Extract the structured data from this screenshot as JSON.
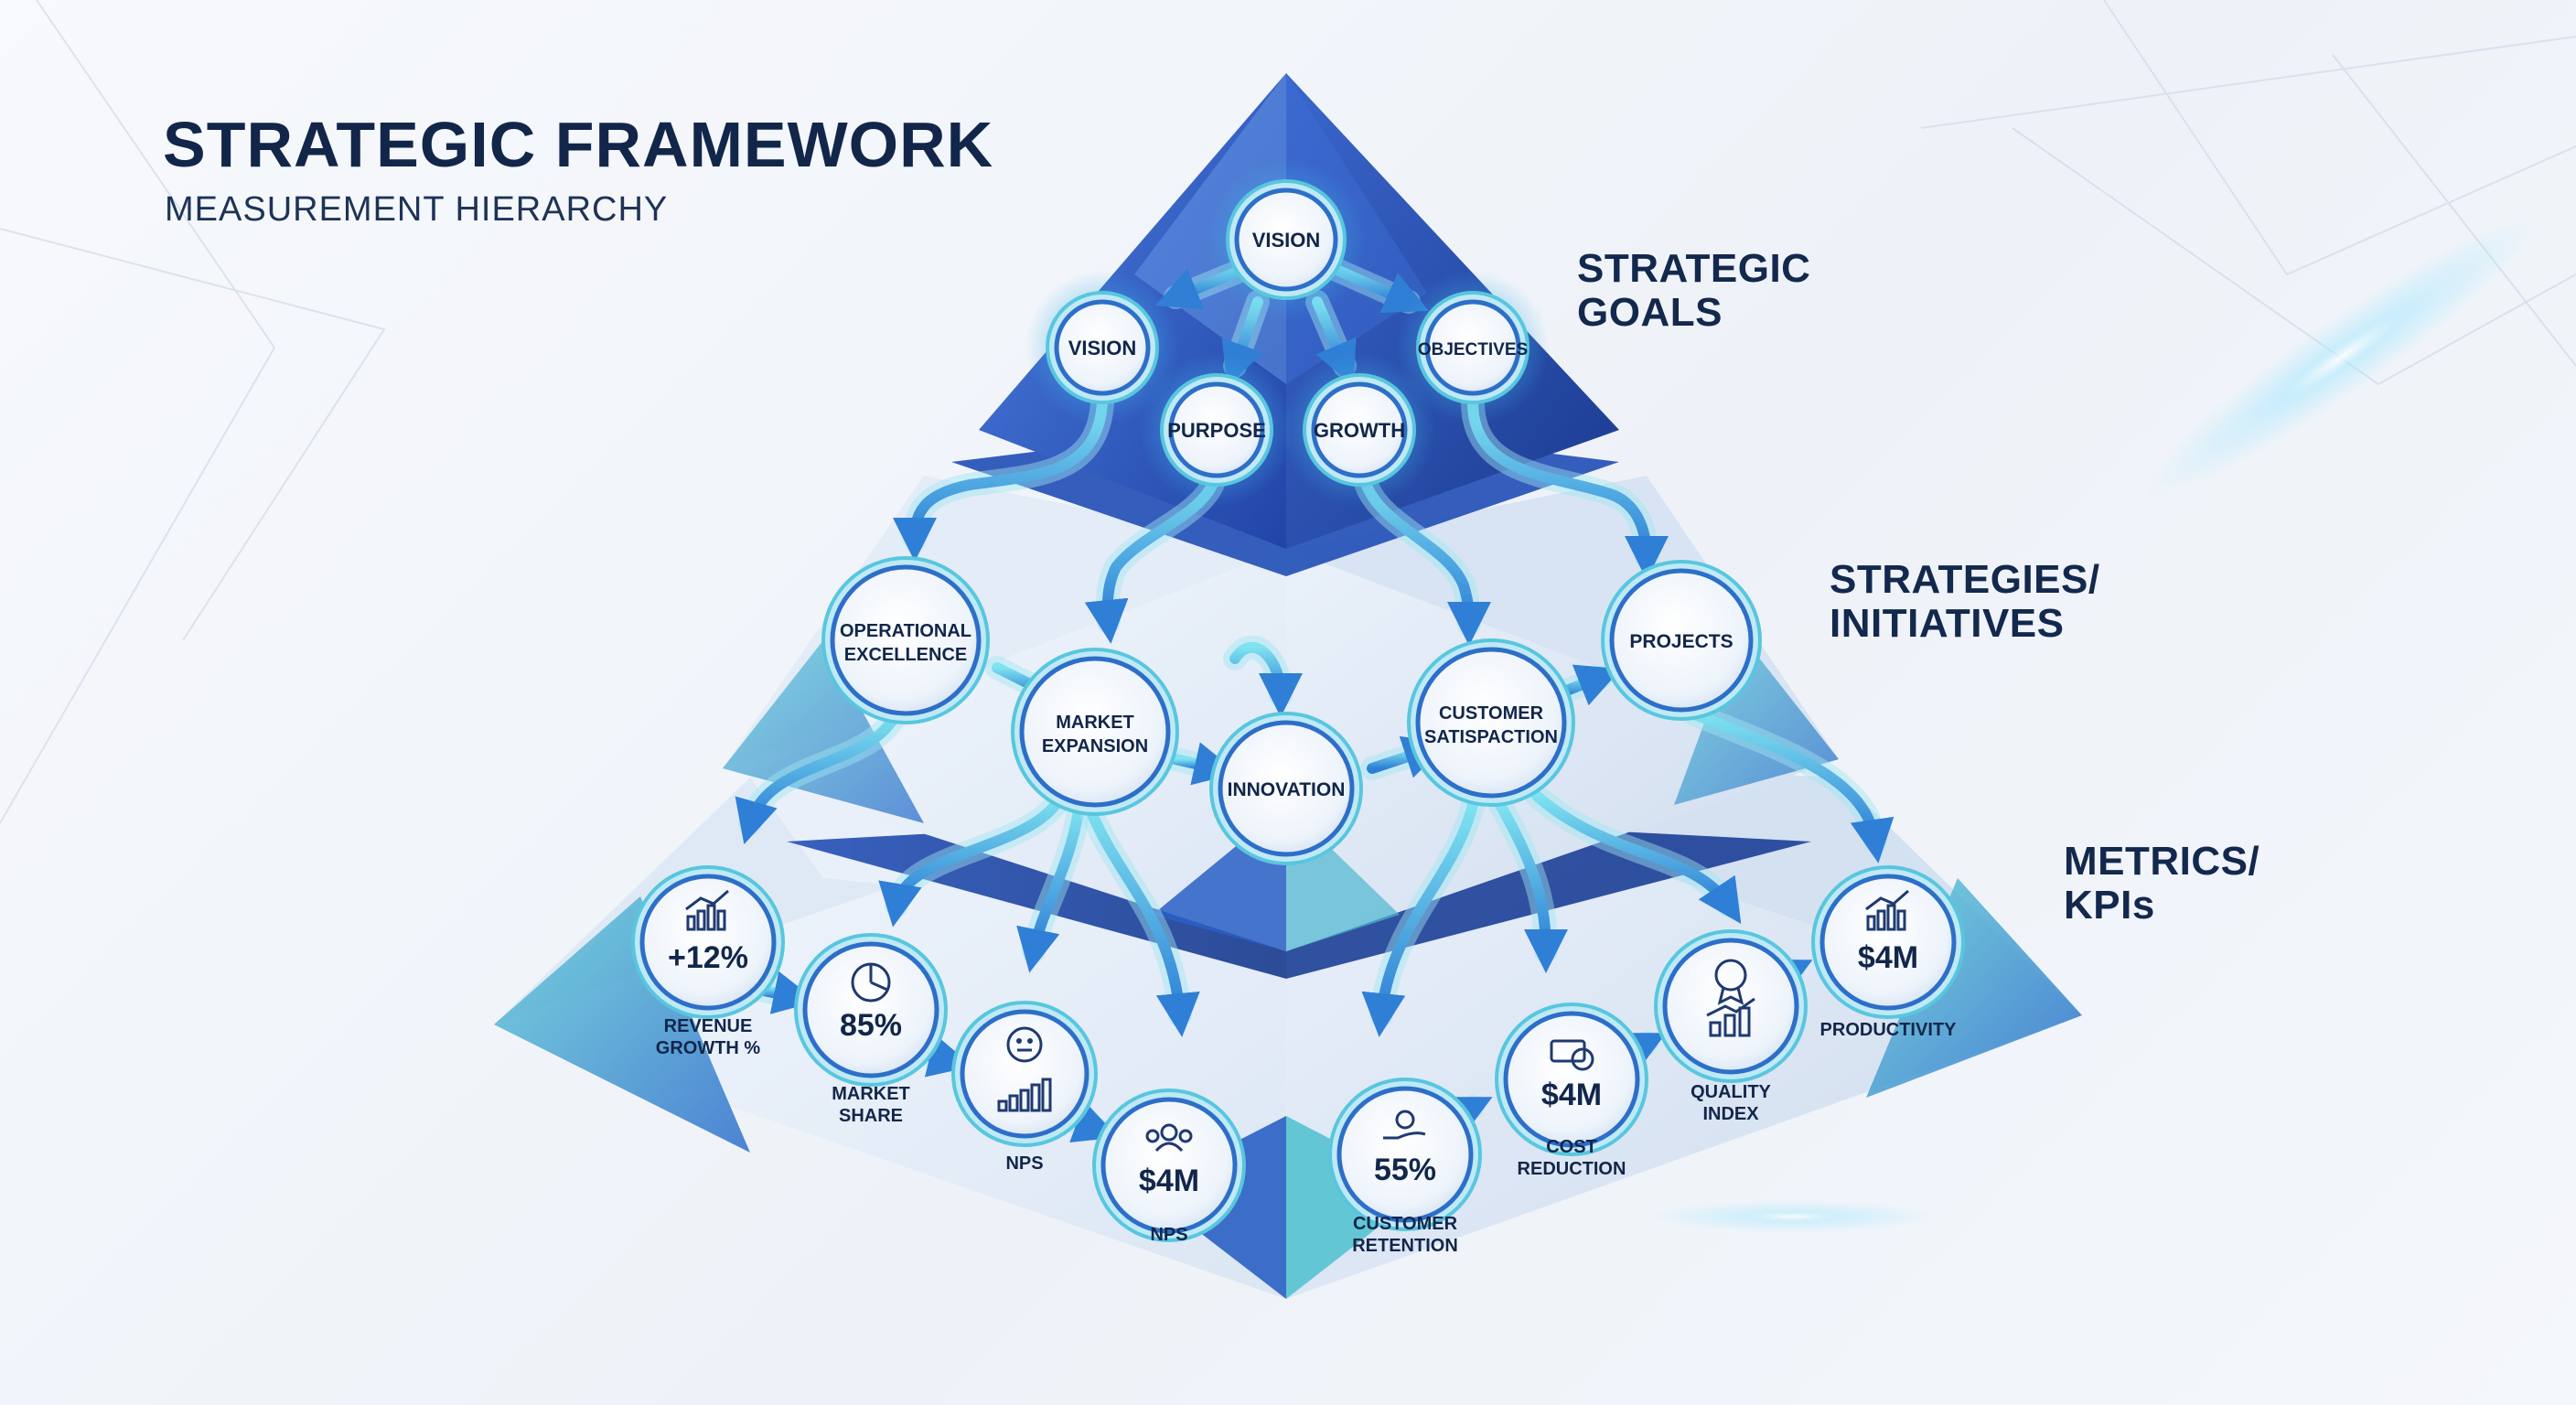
{
  "header": {
    "title": "STRATEGIC FRAMEWORK",
    "subtitle": "MEASUREMENT HIERARCHY"
  },
  "tiers": {
    "goals": {
      "line1": "STRATEGIC",
      "line2": "GOALS"
    },
    "strategies": {
      "line1": "STRATEGIES/",
      "line2": "INITIATIVES"
    },
    "metrics": {
      "line1": "METRICS/",
      "line2": "KPIs"
    }
  },
  "goal_nodes": [
    {
      "label": "VISION"
    },
    {
      "label": "VISION"
    },
    {
      "label": "OBJECTIVES"
    },
    {
      "label": "PURPOSE"
    },
    {
      "label": "GROWTH"
    }
  ],
  "strategy_nodes": [
    {
      "line1": "OPERATIONAL",
      "line2": "EXCELLENCE"
    },
    {
      "line1": "MARKET",
      "line2": "EXPANSION"
    },
    {
      "line1": "INNOVATION",
      "line2": ""
    },
    {
      "line1": "CUSTOMER",
      "line2": "SATISPACTION"
    },
    {
      "line1": "PROJECTS",
      "line2": ""
    }
  ],
  "metric_nodes": [
    {
      "value": "+12%",
      "icon": "trend-up-icon",
      "label1": "REVENUE",
      "label2": "GROWTH %"
    },
    {
      "value": "85%",
      "icon": "pie-chart-icon",
      "label1": "MARKET",
      "label2": "SHARE"
    },
    {
      "value": "",
      "icon": "face-and-bars-icon",
      "label1": "NPS",
      "label2": ""
    },
    {
      "value": "$4M",
      "icon": "users-icon",
      "label1": "NPS",
      "label2": ""
    },
    {
      "value": "55%",
      "icon": "hand-coin-icon",
      "label1": "CUSTOMER",
      "label2": "RETENTION"
    },
    {
      "value": "$4M",
      "icon": "money-icon",
      "label1": "COST",
      "label2": "REDUCTION"
    },
    {
      "value": "",
      "icon": "award-icon",
      "label1": "QUALITY",
      "label2": "INDEX"
    },
    {
      "value": "$4M",
      "icon": "bar-chart-icon",
      "label1": "PRODUCTIVITY",
      "label2": ""
    }
  ],
  "colors": {
    "navy": "#12264a",
    "blue": "#2f5fc9",
    "teal": "#3fb8c8",
    "cyan_glow": "#6fd3ea"
  }
}
